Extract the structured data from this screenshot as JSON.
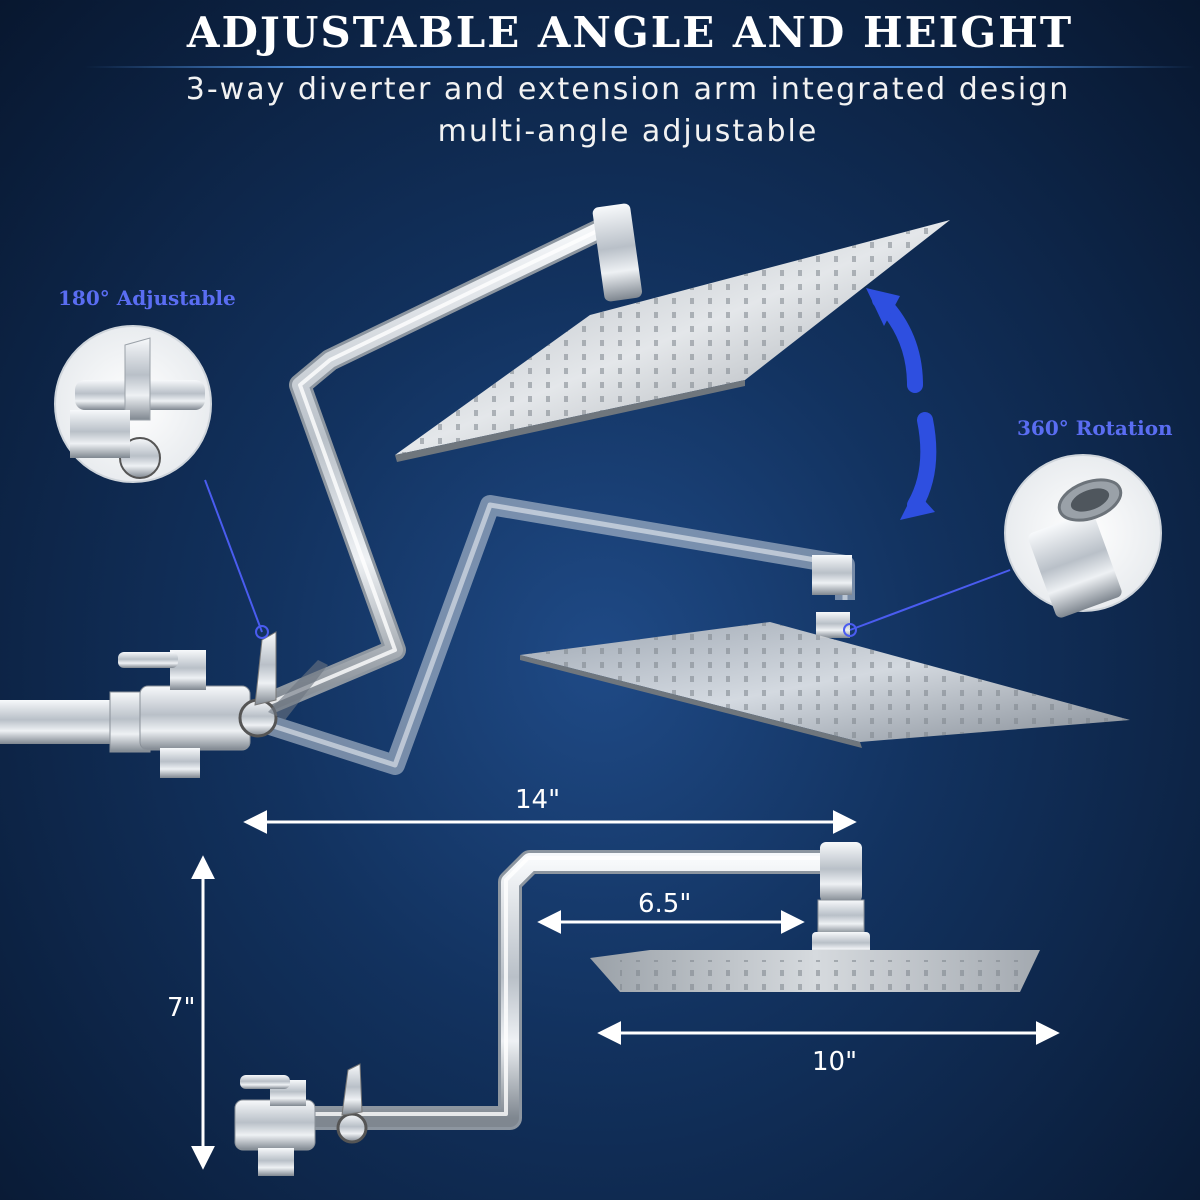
{
  "header": {
    "title": "ADJUSTABLE ANGLE AND HEIGHT",
    "subtitle_line1": "3-way diverter and extension arm integrated design",
    "subtitle_line2": "multi-angle adjustable"
  },
  "callouts": {
    "adjustable": "180° Adjustable",
    "rotation": "360° Rotation"
  },
  "dimensions": {
    "arm_length": "14\"",
    "head_offset": "6.5\"",
    "head_width": "10\"",
    "height": "7\""
  },
  "colors": {
    "callout": "#5a6df2",
    "arrow": "#2e4fe0",
    "chrome": "#d8dde4"
  }
}
